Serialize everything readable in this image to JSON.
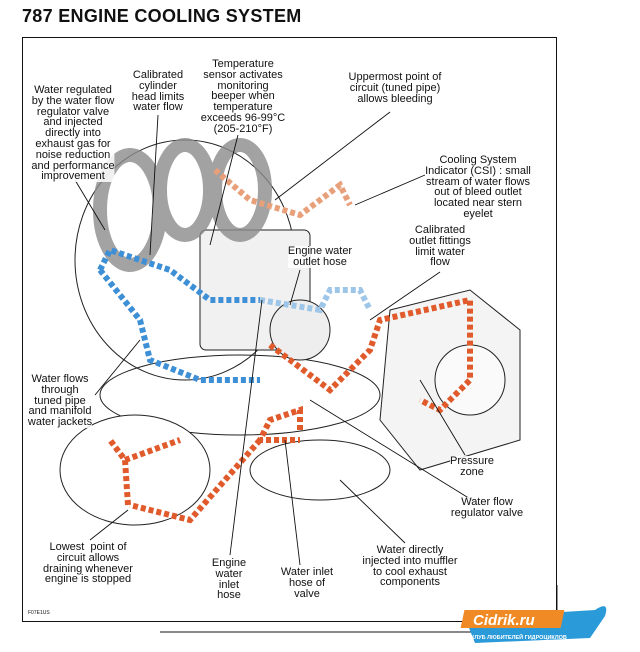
{
  "title": "787 ENGINE COOLING SYSTEM",
  "labels": {
    "water_regulated": "Water regulated\nby the water flow\nregulator valve\nand injected\ndirectly into\nexhaust gas for\nnoise reduction\nand performance\nimprovement",
    "calibrated_head": "Calibrated\ncylinder\nhead limits\nwater flow",
    "temp_sensor": "Temperature\nsensor activates\nmonitoring\nbeeper when\ntemperature\nexceeds 96-99°C\n(205-210°F)",
    "uppermost": "Uppermost point of\ncircuit (tuned pipe)\nallows bleeding",
    "csi": "Cooling System\nIndicator (CSI) : small\nstream of water flows\nout of bleed outlet\nlocated near stern\neyelet",
    "outlet_fittings": "Calibrated\noutlet fittings\nlimit water\nflow",
    "outlet_hose": "Engine water\noutlet hose",
    "tuned_pipe": "Water flows\nthrough\ntuned pipe\nand manifold\nwater jackets",
    "pressure_zone": "Pressure\nzone",
    "regulator_valve": "Water flow\nregulator valve",
    "lowest_point": "Lowest  point of\ncircuit allows\ndraining whenever\nengine is stopped",
    "inlet_hose": "Engine\nwater\ninlet\nhose",
    "valve_inlet_hose": "Water inlet\nhose of\nvalve",
    "injected_muffler": "Water directly\ninjected into muffler\nto cool exhaust\ncomponents"
  },
  "figure_code": "F07E1US",
  "logo": {
    "text": "Cidrik.ru",
    "subtitle": "КЛУБ ЛЮБИТЕЛЕЙ ГИДРОЦИКЛОВ"
  },
  "colors": {
    "hot": "#e05a2b",
    "cold": "#3d8fd6",
    "tube": "#9a9a9a"
  }
}
